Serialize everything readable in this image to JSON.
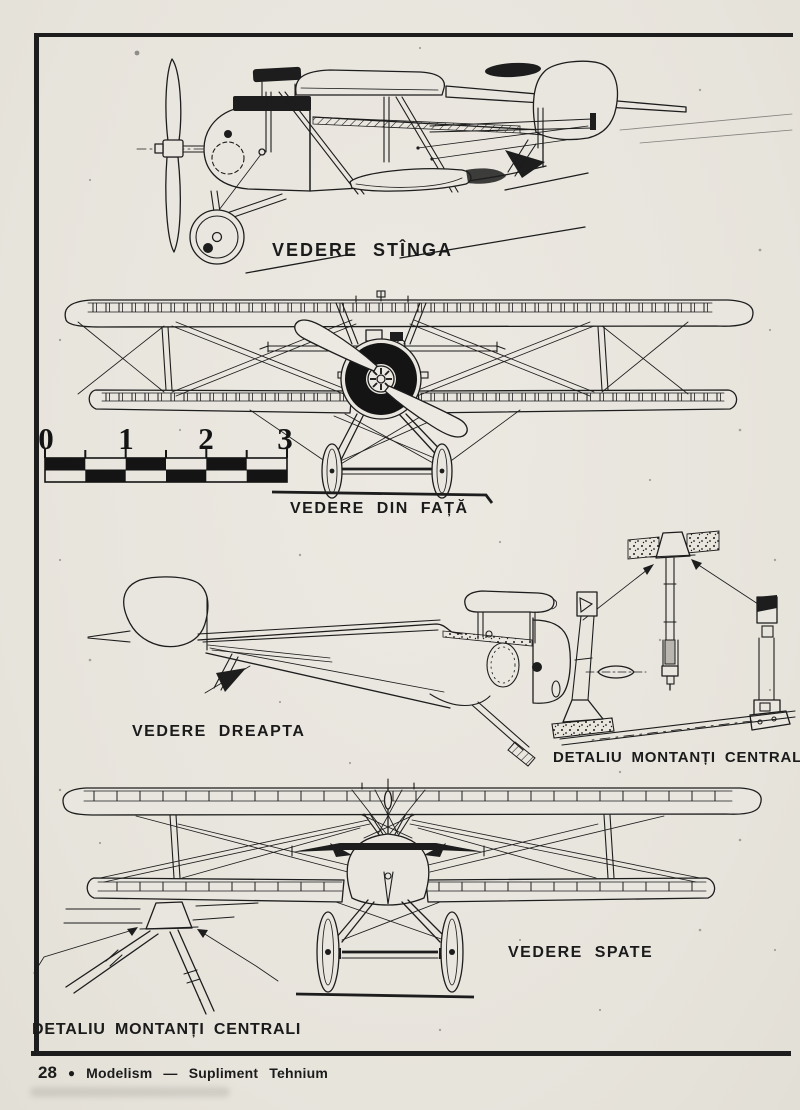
{
  "page": {
    "background_color": "#e9e6df",
    "ink_color": "#1b1b1b"
  },
  "labels": {
    "left_view": "VEDERE STÎNGA",
    "front_view": "VEDERE DIN FAȚĂ",
    "right_view": "VEDERE DREAPTA",
    "strut_detail_right": "DETALIU MONTANȚI CENTRALI",
    "rear_view": "VEDERE SPATE",
    "strut_detail_bottom": "DETALIU MONTANȚI CENTRALI"
  },
  "scale_bar": {
    "tick_labels": [
      "0",
      "1",
      "2",
      "3"
    ],
    "units": 3,
    "segments": 6
  },
  "footer": {
    "page_number": "28",
    "bullet": "●",
    "title": "Modelism — Supliment Tehnium"
  }
}
